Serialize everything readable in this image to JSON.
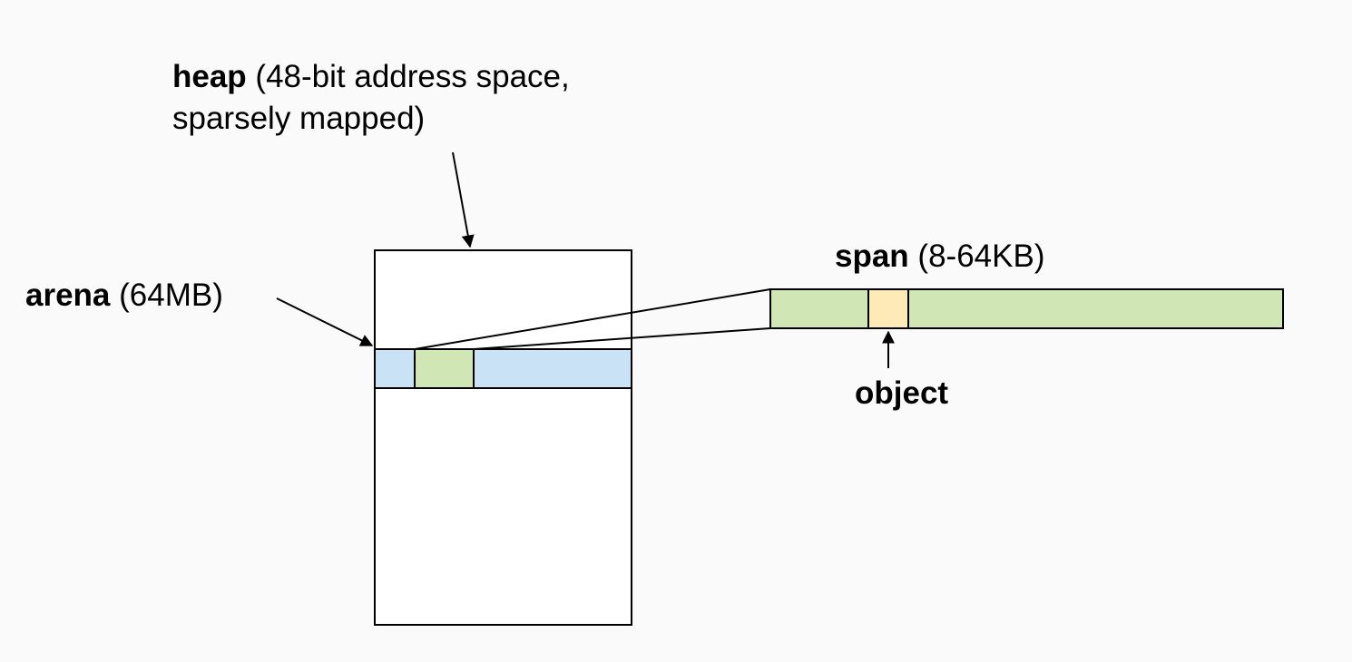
{
  "labels": {
    "heap": {
      "bold": "heap",
      "rest_line1": " (48-bit address space,",
      "line2": "sparsely mapped)"
    },
    "arena": {
      "bold": "arena",
      "rest": " (64MB)"
    },
    "span": {
      "bold": "span",
      "rest": " (8-64KB)"
    },
    "object": "object"
  },
  "colors": {
    "background": "#fafafa",
    "heap_fill": "#ffffff",
    "arena_fill": "#c9e2f5",
    "span_fill": "#d1e6b5",
    "object_fill": "#fdeab6",
    "stroke": "#000000"
  }
}
